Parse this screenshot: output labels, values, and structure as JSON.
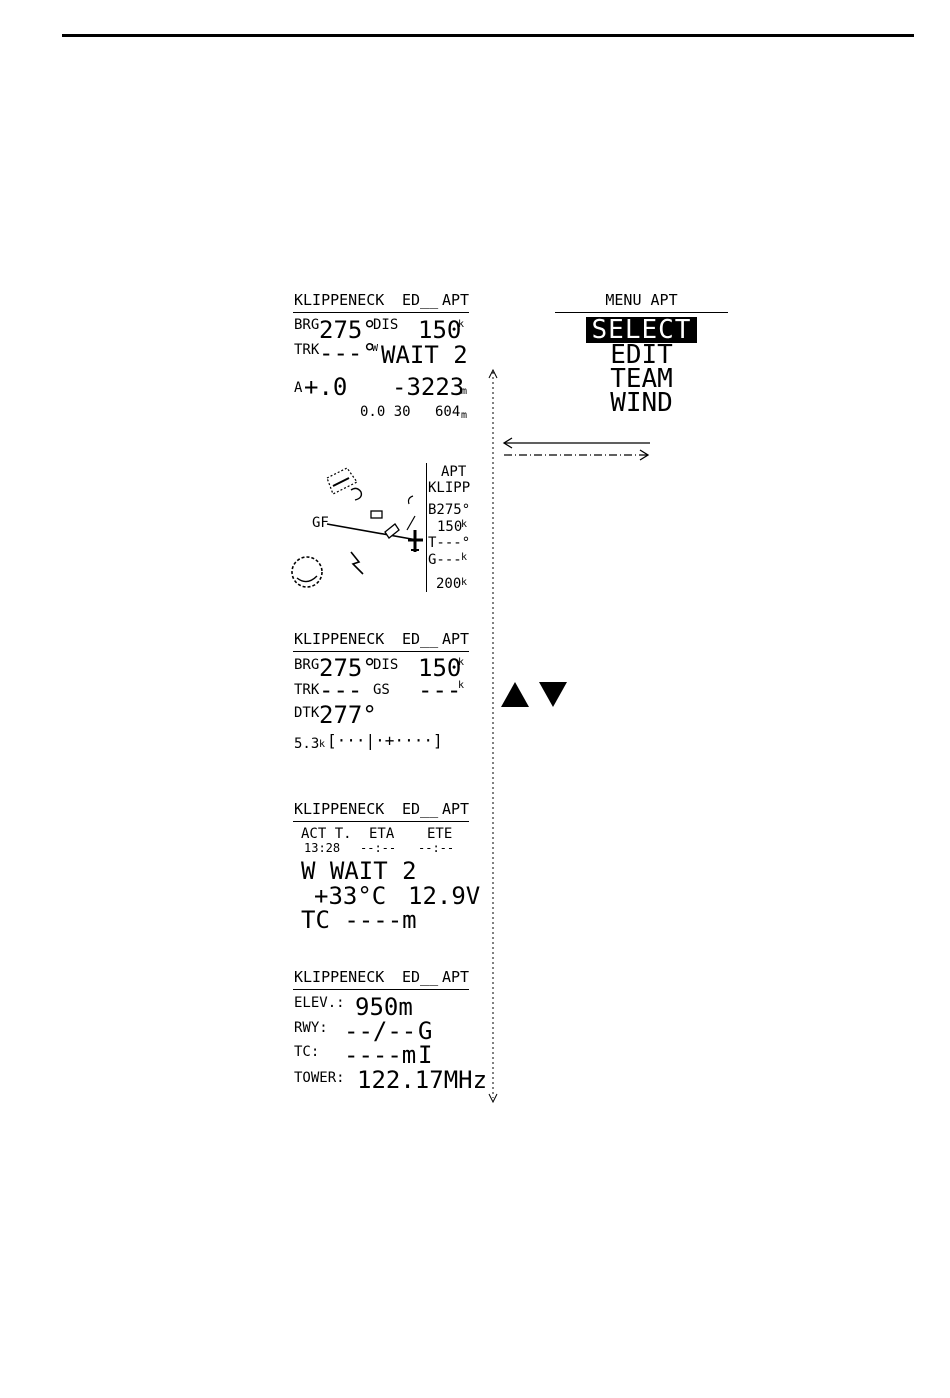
{
  "screen1": {
    "header": {
      "name": "KLIPPENECK",
      "code": "ED__",
      "type": "APT"
    },
    "brg_label": "BRG",
    "brg_value": "275°",
    "dis_label": "DIS",
    "dis_value": "150",
    "dis_unit": "k",
    "trk_label": "TRK",
    "trk_value": "---°",
    "wait_prefix": "W",
    "wait_text": "WAIT 2",
    "a_label": "A",
    "a_value": "+.0",
    "alt_value": "-3223",
    "alt_unit": "m",
    "bottom_left": "0.0 30",
    "bottom_right": "604",
    "bottom_unit": "m"
  },
  "menu": {
    "title": "MENU APT",
    "items": [
      "SELECT",
      "EDIT",
      "TEAM",
      "WIND"
    ]
  },
  "screen2": {
    "side_type": "APT",
    "side_name": "KLIPP",
    "side_brg": "B275°",
    "side_dis": "150",
    "side_dis_unit": "k",
    "side_trk": "T---°",
    "side_gs": "G---",
    "side_gs_unit": "k",
    "side_scale": "200",
    "side_scale_unit": "k",
    "map_label": "GF"
  },
  "screen3": {
    "header": {
      "name": "KLIPPENECK",
      "code": "ED__",
      "type": "APT"
    },
    "brg_label": "BRG",
    "brg_value": "275°",
    "dis_label": "DIS",
    "dis_value": "150",
    "dis_unit": "k",
    "trk_label": "TRK",
    "trk_value": "---",
    "gs_label": "GS",
    "gs_value": "---",
    "gs_unit": "k",
    "dtk_label": "DTK",
    "dtk_value": "277°",
    "cdi_dist": "5.3",
    "cdi_unit": "k",
    "cdi_bar": "[···|·+····]"
  },
  "screen4": {
    "header": {
      "name": "KLIPPENECK",
      "code": "ED__",
      "type": "APT"
    },
    "col1": "ACT T.",
    "col2": "ETA",
    "col3": "ETE",
    "val1": "13:28",
    "val2": "--:--",
    "val3": "--:--",
    "wait_line": "W WAIT 2",
    "temp": "+33°C",
    "volt": "12.9V",
    "tc_line": "TC ----m"
  },
  "screen5": {
    "header": {
      "name": "KLIPPENECK",
      "code": "ED__",
      "type": "APT"
    },
    "elev_label": "ELEV.:",
    "elev_value": "950m",
    "rwy_label": "RWY:",
    "rwy_value": "--/--",
    "rwy_suffix": "G",
    "tc_label": "TC:",
    "tc_value": "----m",
    "tc_suffix": "I",
    "tower_label": "TOWER:",
    "tower_value": "122.17MHz"
  }
}
